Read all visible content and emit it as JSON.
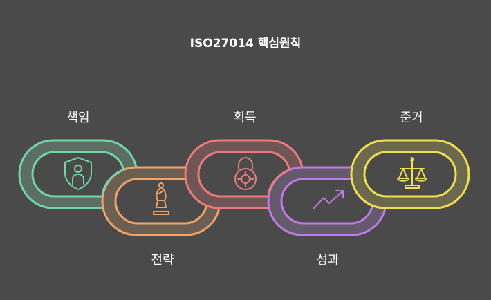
{
  "title": "ISO27014 핵심원칙",
  "links": [
    {
      "label": "책임",
      "icon": "shield-person-icon",
      "color": "#6fd6a8"
    },
    {
      "label": "전략",
      "icon": "chess-bishop-icon",
      "color": "#f0a366"
    },
    {
      "label": "획득",
      "icon": "padlock-target-icon",
      "color": "#ef7a7a"
    },
    {
      "label": "성과",
      "icon": "trend-arrow-icon",
      "color": "#c07ae8"
    },
    {
      "label": "준거",
      "icon": "scales-icon",
      "color": "#f2e04a"
    }
  ]
}
